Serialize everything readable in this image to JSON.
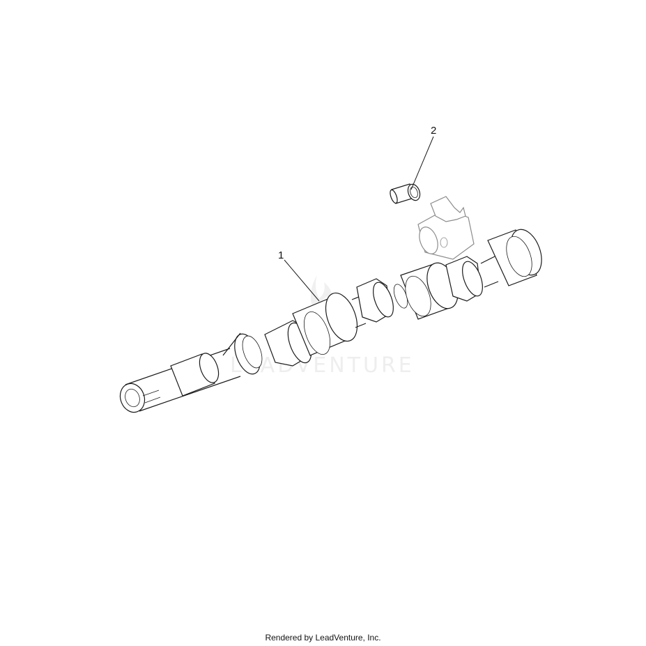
{
  "callouts": [
    {
      "number": "1",
      "part": "camshaft"
    },
    {
      "number": "2",
      "part": "rocker-arm-bolt"
    }
  ],
  "watermark": {
    "text": "LEADVENTURE",
    "logo": "leadventure-flame-logo"
  },
  "footer": {
    "text": "Rendered by LeadVenture, Inc."
  },
  "colors": {
    "line": "#1a1a1a",
    "background": "#ffffff",
    "watermark": "#eeeeee"
  }
}
